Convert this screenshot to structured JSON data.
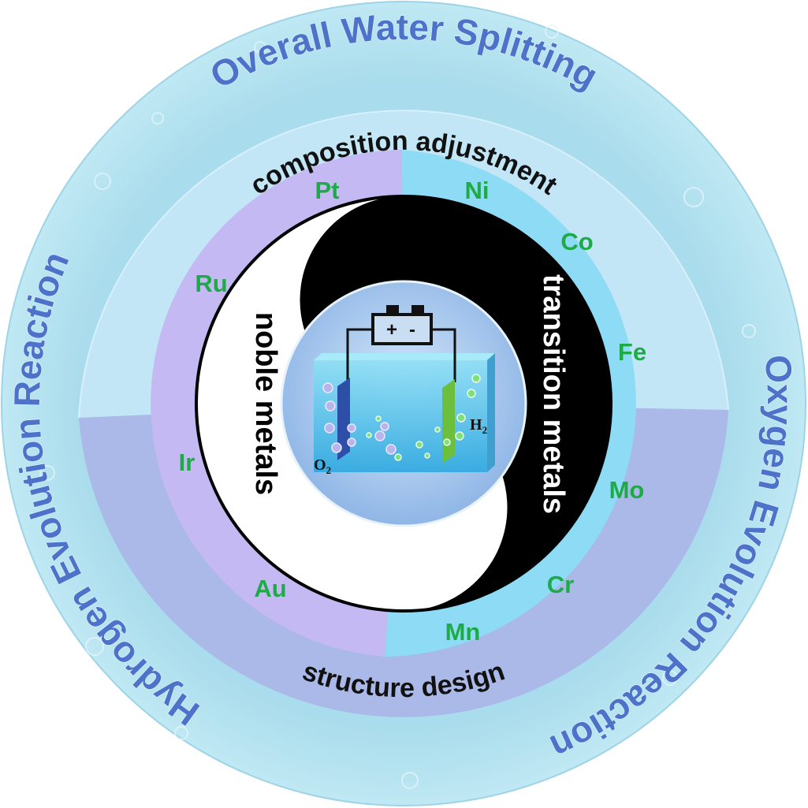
{
  "outer_ring": {
    "top": "Overall Water Splitting",
    "right": "Oxygen Evolution Reaction",
    "left": "Hydrogen Evolution Reaction"
  },
  "middle_ring": {
    "top": "composition adjustment",
    "bottom": "structure design"
  },
  "noble_elements": [
    "Pt",
    "Ru",
    "Ir",
    "Au"
  ],
  "transition_elements": [
    "Ni",
    "Co",
    "Fe",
    "Mo",
    "Cr",
    "Mn"
  ],
  "yin_yang": {
    "left": "noble metals",
    "right": "transition metals"
  },
  "cell": {
    "battery_plus": "+",
    "battery_minus": "-",
    "anode_gas": "O",
    "anode_sub": "2",
    "cathode_gas": "H",
    "cathode_sub": "2"
  },
  "colors": {
    "outer": "#b4e2ef",
    "band_top": "#c2e6f6",
    "band_bottom": "#aab9e7",
    "noble": "#c4b9f2",
    "transition": "#8edbf5",
    "element_text": "#1faa48",
    "title_text": "#4d72c9"
  }
}
